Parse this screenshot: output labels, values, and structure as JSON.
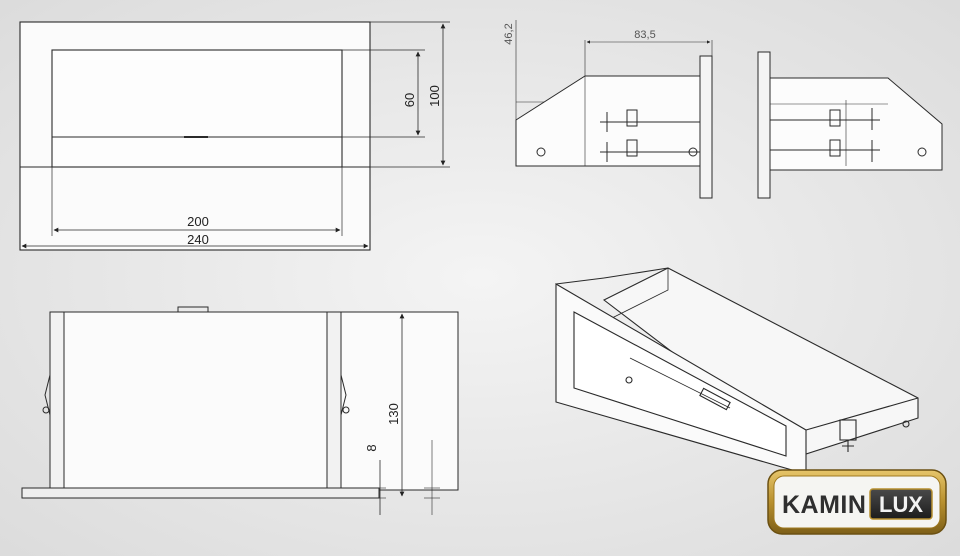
{
  "dimensions": {
    "top_view_width_inner": "200",
    "top_view_width_outer": "240",
    "top_view_height_inner": "60",
    "top_view_height_outer": "100",
    "side_offset": "46,2",
    "side_length": "83,5",
    "front_height": "130",
    "front_base_height": "8"
  },
  "logo": {
    "part1": "KAMIN",
    "part2": "LUX"
  },
  "colors": {
    "line": "#2a2a2a",
    "panel": "#ffffff",
    "logo_gold": "#b8902e",
    "logo_dark": "#3a3a3a"
  }
}
